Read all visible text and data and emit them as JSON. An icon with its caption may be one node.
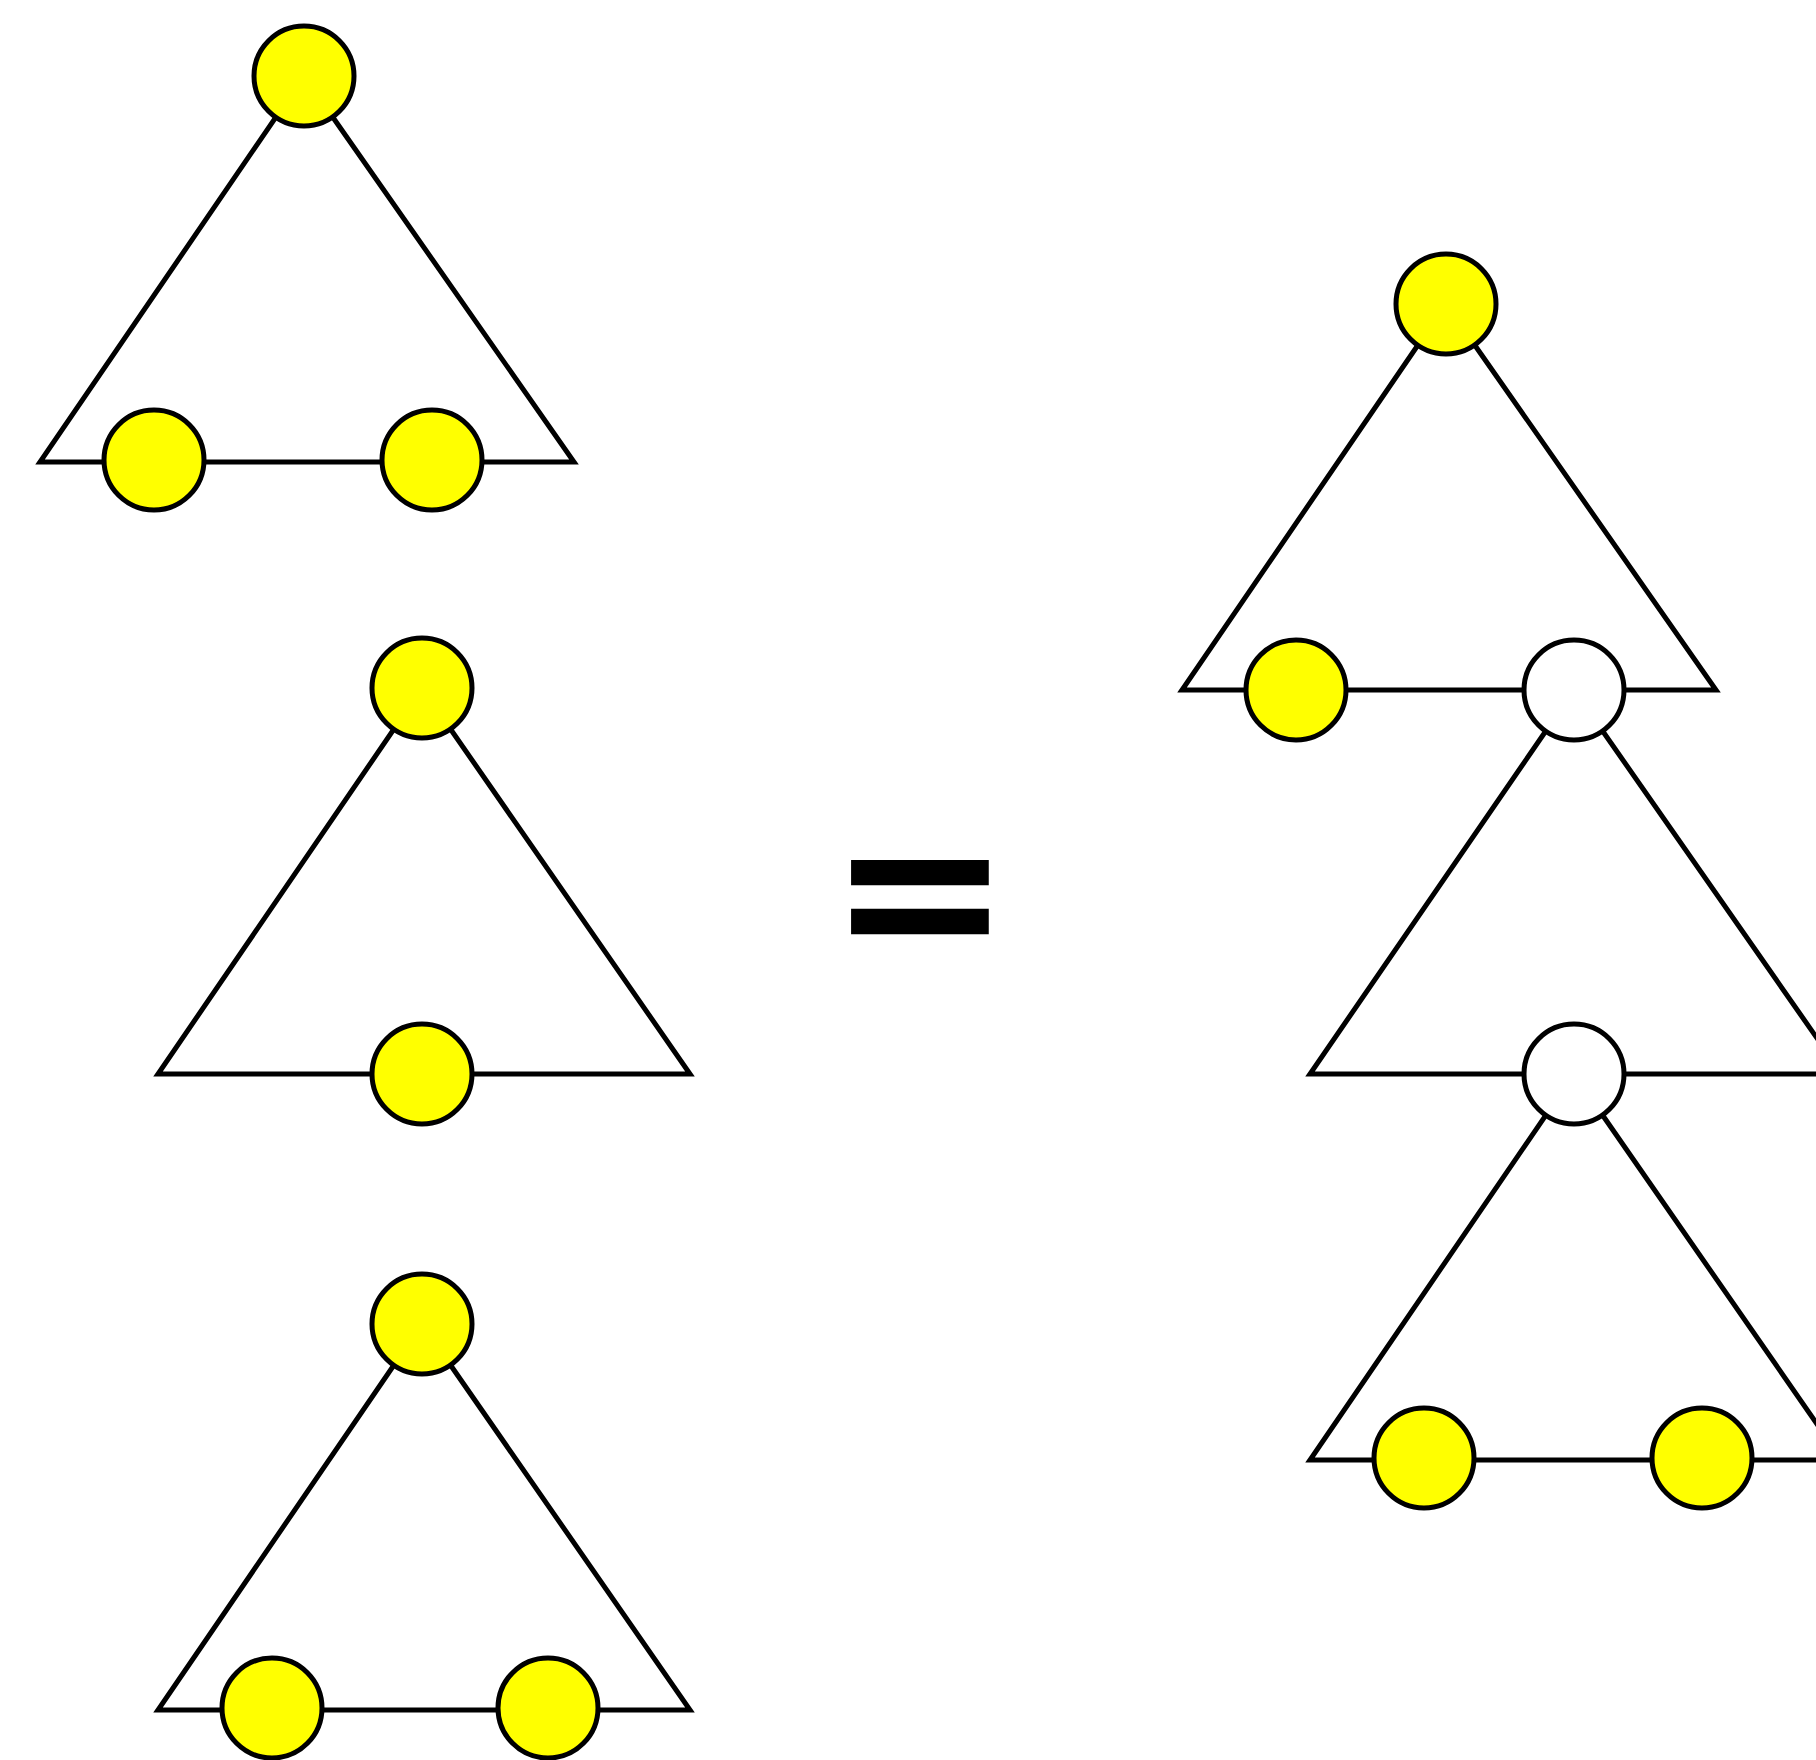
{
  "diagram": {
    "nodes": [
      {
        "text": [],
        "shape": "triangle"
      },
      {
        "text": [],
        "shape": "circle"
      },
      {
        "text": [],
        "shape": "circle"
      },
      {
        "text": [],
        "shape": "circle"
      },
      {
        "text": [],
        "shape": "triangle"
      },
      {
        "text": [],
        "shape": "circle"
      },
      {
        "text": [],
        "shape": "circle"
      },
      {
        "text": [],
        "shape": "triangle"
      },
      {
        "text": [],
        "shape": "circle"
      },
      {
        "text": [],
        "shape": "circle"
      },
      {
        "text": [],
        "shape": "circle"
      },
      {
        "text": [],
        "shape": "triangle"
      },
      {
        "text": [],
        "shape": "circle"
      },
      {
        "text": [],
        "shape": "circle"
      },
      {
        "text": [],
        "shape": "circle"
      },
      {
        "text": [],
        "shape": "triangle"
      },
      {
        "text": [],
        "shape": "circle"
      },
      {
        "text": [],
        "shape": "triangle"
      },
      {
        "text": [],
        "shape": "circle"
      },
      {
        "text": [],
        "shape": "circle"
      }
    ],
    "labels": [
      "="
    ]
  }
}
